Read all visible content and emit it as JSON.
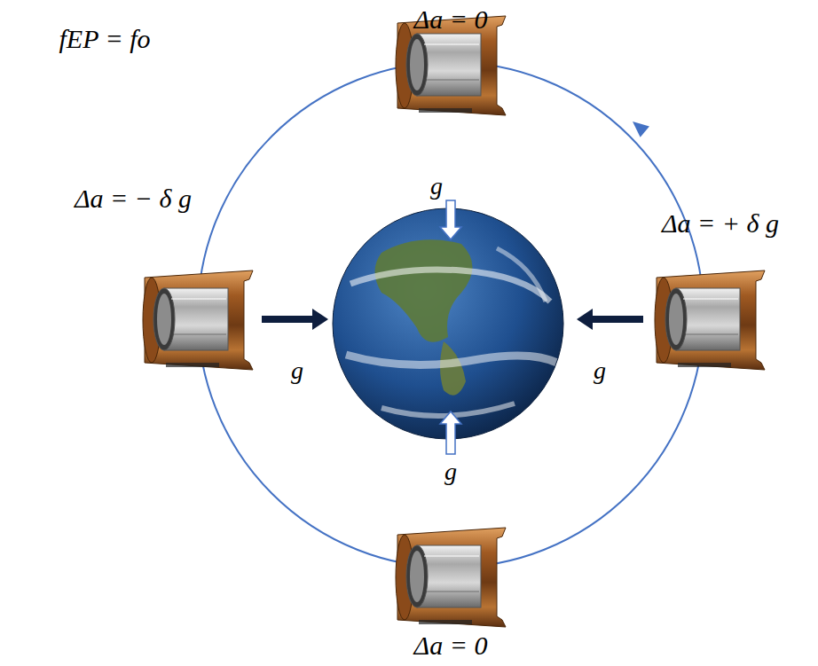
{
  "diagram": {
    "labels": [
      "fEP = fo",
      "Δa = 0",
      "Δa = − δ g",
      "Δa = + δ g",
      "g",
      "g",
      "g",
      "g",
      "Δa = 0"
    ]
  }
}
